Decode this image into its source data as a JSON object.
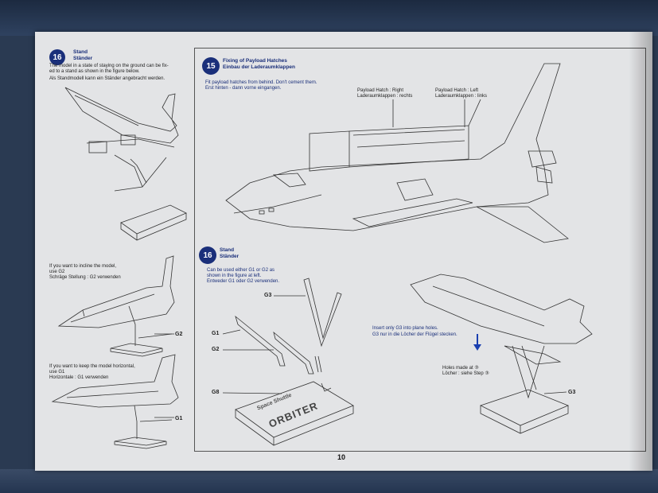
{
  "left": {
    "step16": {
      "number": "16",
      "title_en": "Stand",
      "title_de": "Ständer",
      "text_en_1": "The model in a state of staying on the ground can be fix-",
      "text_en_2": "ed to a stand as shown in the figure below.",
      "text_de": "Als Standmodell kann ein Ständer angebracht werden."
    },
    "incline": {
      "line1": "If you want to incline the model,",
      "line2": "use G2",
      "line3": "Schräge Stellung : G2 verwenden",
      "part": "G2"
    },
    "horizontal": {
      "line1": "If you want to keep the model horizontal,",
      "line2": "use G1",
      "line3": "Horizontale : G1 verwenden",
      "part": "G1"
    }
  },
  "right": {
    "step15": {
      "number": "15",
      "title_en": "Fixing of Payload Hatches",
      "title_de": "Einbau der Laderaumklappen",
      "note1": "Fit payload hatches from behind. Don't cement them.",
      "note2": "Erst hinten - dann vorne eingangen.",
      "hatch_right_1": "Payload Hatch : Right",
      "hatch_right_2": "Laderaumklappen : rechts",
      "hatch_left_1": "Payload Hatch : Left",
      "hatch_left_2": "Laderaumklappen : links"
    },
    "step16": {
      "number": "16",
      "title_en": "Stand",
      "title_de": "Ständer",
      "note1": "Can be used either G1 or G2 as",
      "note2": "shown in the figure at left.",
      "note3": "Entweder G1 oder G2 verwenden.",
      "parts": [
        "G3",
        "G1",
        "G2",
        "G8"
      ],
      "insert_1": "Insert only G3 into plane holes.",
      "insert_2": "G3 nur in die Löcher der Flügel stecken.",
      "holes_1": "Holes made at ③",
      "holes_2": "Löcher : siehe Step ③",
      "g3_right": "G3",
      "base_text_1": "Space Shuttle",
      "base_text_2": "ORBITER"
    }
  },
  "page_number": "10"
}
